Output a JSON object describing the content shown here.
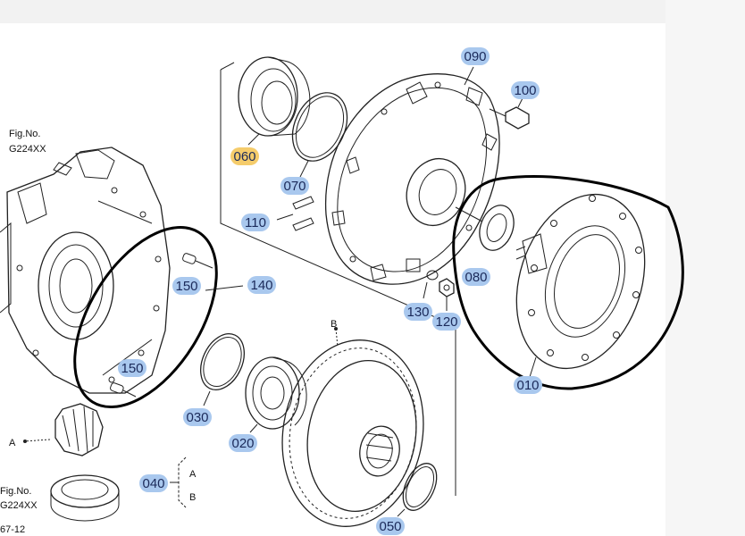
{
  "figure": {
    "ref_label_top": "Fig.No.",
    "ref_code_top": "G224XX",
    "ref_label_bottom": "Fig.No.",
    "ref_code_bottom": "G224XX",
    "sheet_code": "67-12",
    "marker_a": "A",
    "marker_b": "B",
    "group_a": "A",
    "group_b": "B"
  },
  "colors": {
    "pill_default": "#a9c8ee",
    "pill_selected": "#f5cc6b",
    "ink": "#222222",
    "highlight_outline": "#000000"
  },
  "callouts": [
    {
      "id": "090",
      "text": "090",
      "selected": false
    },
    {
      "id": "100",
      "text": "100",
      "selected": false
    },
    {
      "id": "060",
      "text": "060",
      "selected": true
    },
    {
      "id": "070",
      "text": "070",
      "selected": false
    },
    {
      "id": "110",
      "text": "110",
      "selected": false
    },
    {
      "id": "150a",
      "text": "150",
      "selected": false
    },
    {
      "id": "140",
      "text": "140",
      "selected": false
    },
    {
      "id": "080",
      "text": "080",
      "selected": false
    },
    {
      "id": "130",
      "text": "130",
      "selected": false
    },
    {
      "id": "120",
      "text": "120",
      "selected": false
    },
    {
      "id": "150b",
      "text": "150",
      "selected": false
    },
    {
      "id": "030",
      "text": "030",
      "selected": false
    },
    {
      "id": "020",
      "text": "020",
      "selected": false
    },
    {
      "id": "010",
      "text": "010",
      "selected": false
    },
    {
      "id": "040",
      "text": "040",
      "selected": false
    },
    {
      "id": "050",
      "text": "050",
      "selected": false
    }
  ]
}
